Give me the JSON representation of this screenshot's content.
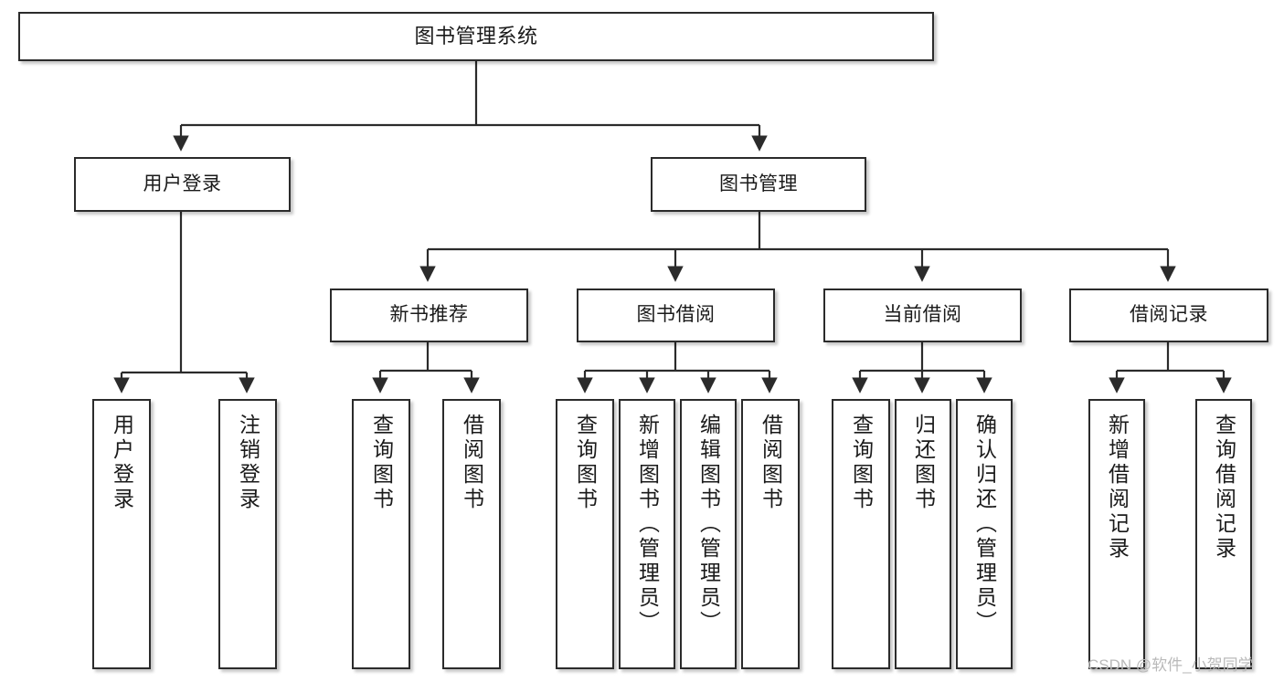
{
  "diagram": {
    "title": "图书管理系统",
    "type": "tree-hierarchy",
    "watermark": "CSDN @软件_小贺同学",
    "colors": {
      "stroke": "#2b2b2b",
      "fill": "#ffffff",
      "text": "#1a1a1a",
      "watermark": "#b9b9b9"
    },
    "levels": {
      "root": {
        "label": "图书管理系统"
      },
      "level2": [
        {
          "label": "用户登录"
        },
        {
          "label": "图书管理"
        }
      ],
      "level3": [
        {
          "label": "新书推荐"
        },
        {
          "label": "图书借阅"
        },
        {
          "label": "当前借阅"
        },
        {
          "label": "借阅记录"
        }
      ],
      "leaves": [
        {
          "label": "用户登录",
          "parent": "用户登录"
        },
        {
          "label": "注销登录",
          "parent": "用户登录"
        },
        {
          "label": "查询图书",
          "parent": "新书推荐"
        },
        {
          "label": "借阅图书",
          "parent": "新书推荐"
        },
        {
          "label": "查询图书",
          "parent": "图书借阅"
        },
        {
          "label": "新增图书（管理员）",
          "parent": "图书借阅"
        },
        {
          "label": "编辑图书（管理员）",
          "parent": "图书借阅"
        },
        {
          "label": "借阅图书",
          "parent": "图书借阅"
        },
        {
          "label": "查询图书",
          "parent": "当前借阅"
        },
        {
          "label": "归还图书",
          "parent": "当前借阅"
        },
        {
          "label": "确认归还（管理员）",
          "parent": "当前借阅"
        },
        {
          "label": "新增借阅记录",
          "parent": "借阅记录"
        },
        {
          "label": "查询借阅记录",
          "parent": "借阅记录"
        }
      ]
    }
  }
}
